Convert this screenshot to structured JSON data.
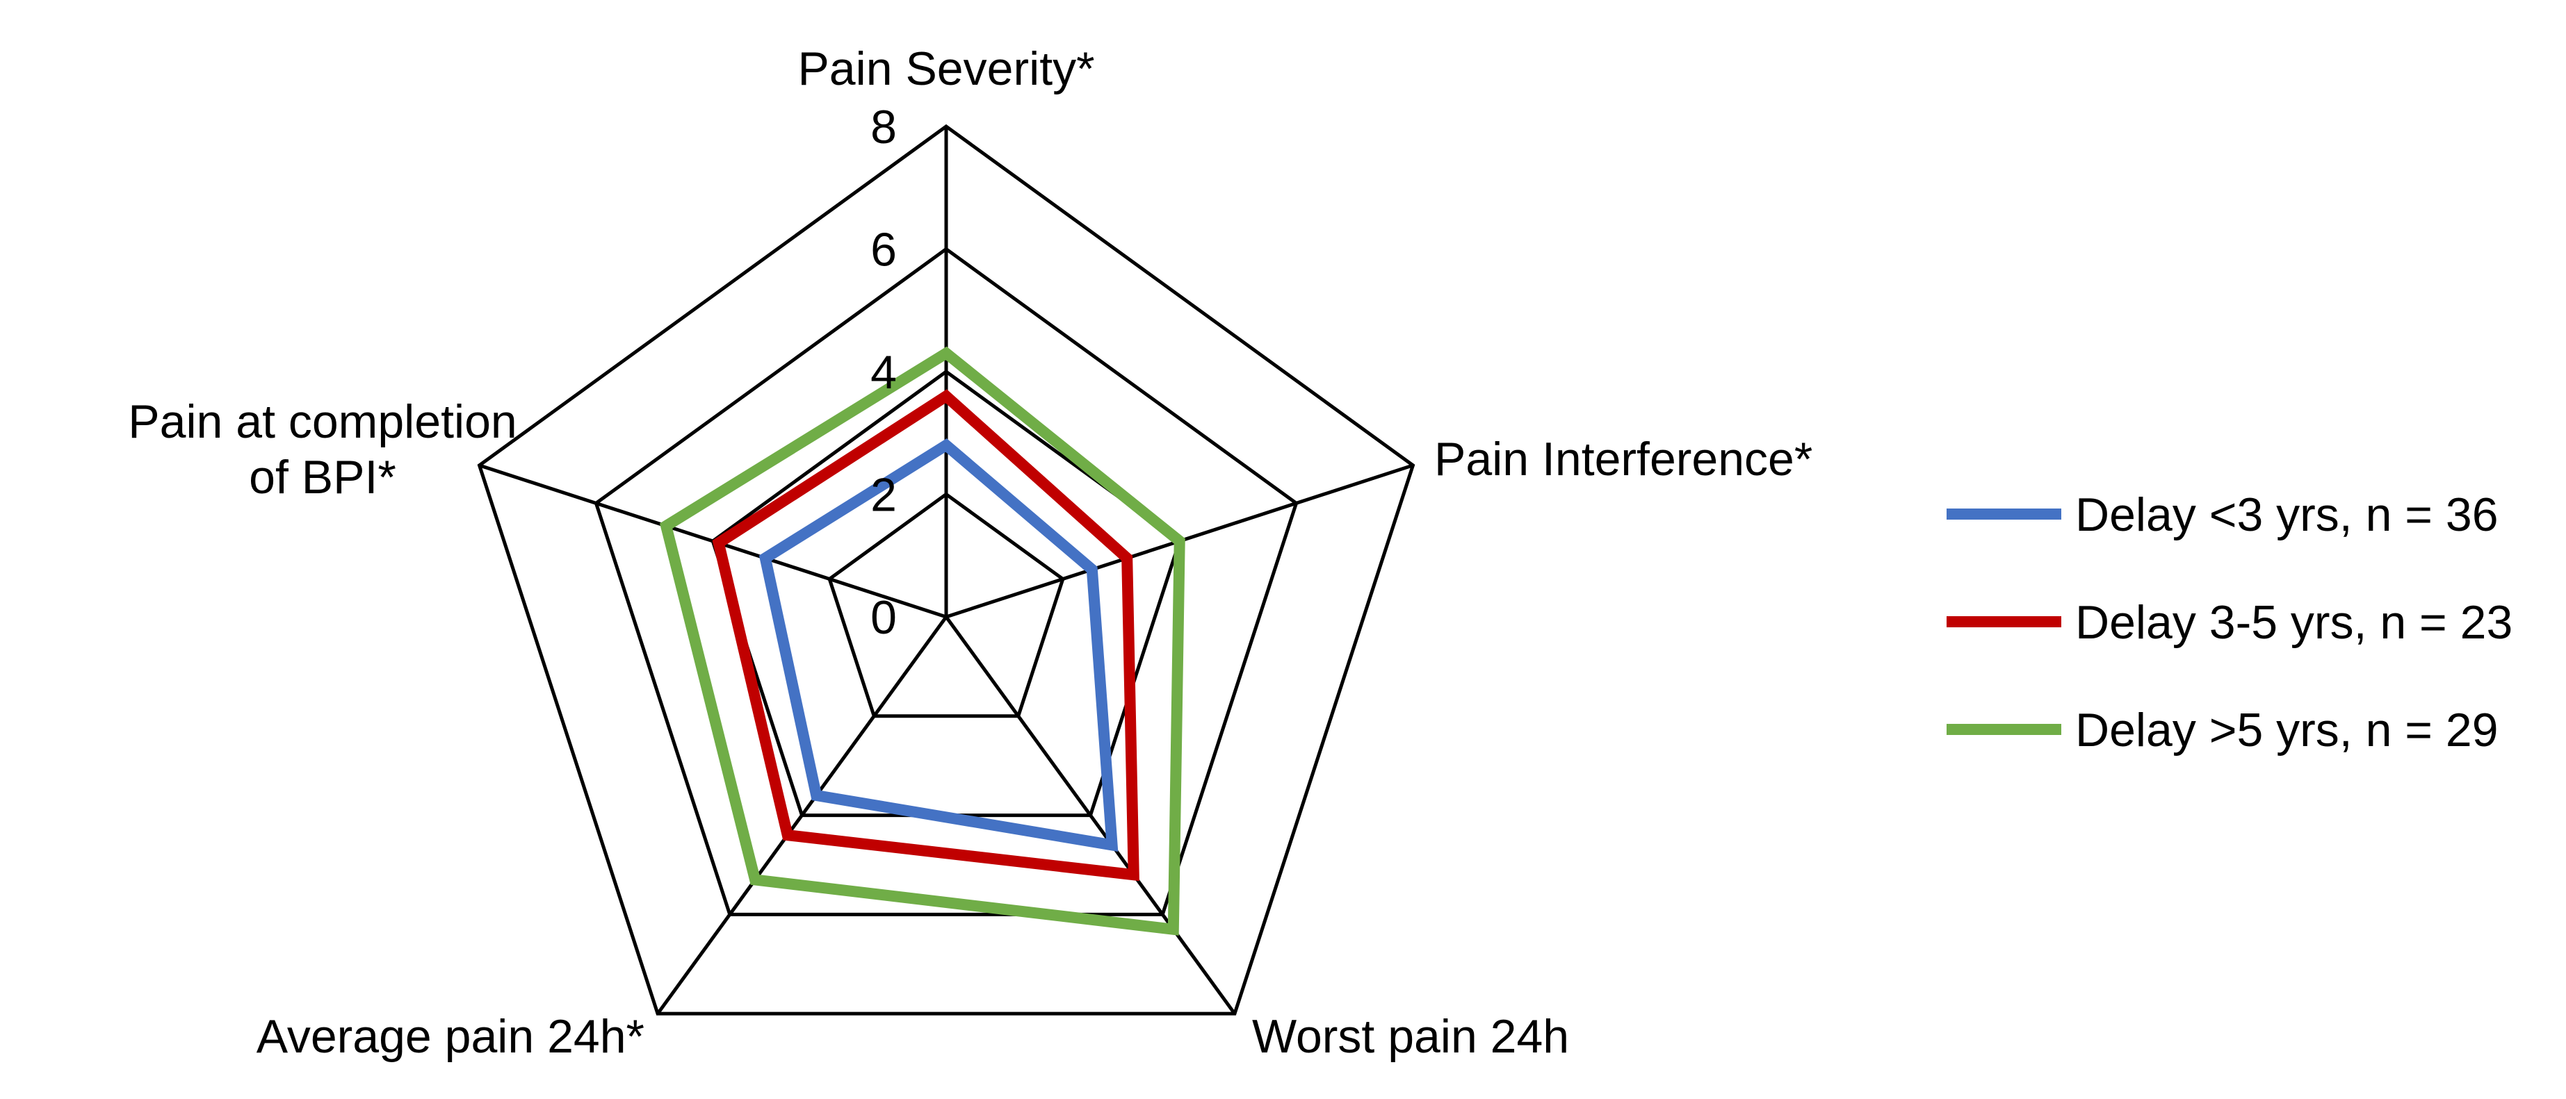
{
  "chart_data": {
    "type": "radar",
    "axes": [
      "Pain Severity*",
      "Pain Interference*",
      "Worst pain 24h",
      "Average pain 24h*",
      [
        "Pain at completion",
        "of BPI*"
      ]
    ],
    "rlim": [
      0,
      8
    ],
    "ticks": [
      "0",
      "2",
      "4",
      "6",
      "8"
    ],
    "tick_values": [
      0,
      2,
      4,
      6,
      8
    ],
    "grid": true,
    "legend_position": "right",
    "series": [
      {
        "name": "Delay <3 yrs, n = 36",
        "color": "#4472C4",
        "values": [
          2.8,
          2.5,
          4.6,
          3.6,
          3.1
        ]
      },
      {
        "name": "Delay 3-5 yrs, n = 23",
        "color": "#C00000",
        "values": [
          3.6,
          3.1,
          5.2,
          4.4,
          3.9
        ]
      },
      {
        "name": "Delay >5 yrs, n = 29",
        "color": "#70AD47",
        "values": [
          4.3,
          4.0,
          6.3,
          5.3,
          4.8
        ]
      }
    ]
  }
}
